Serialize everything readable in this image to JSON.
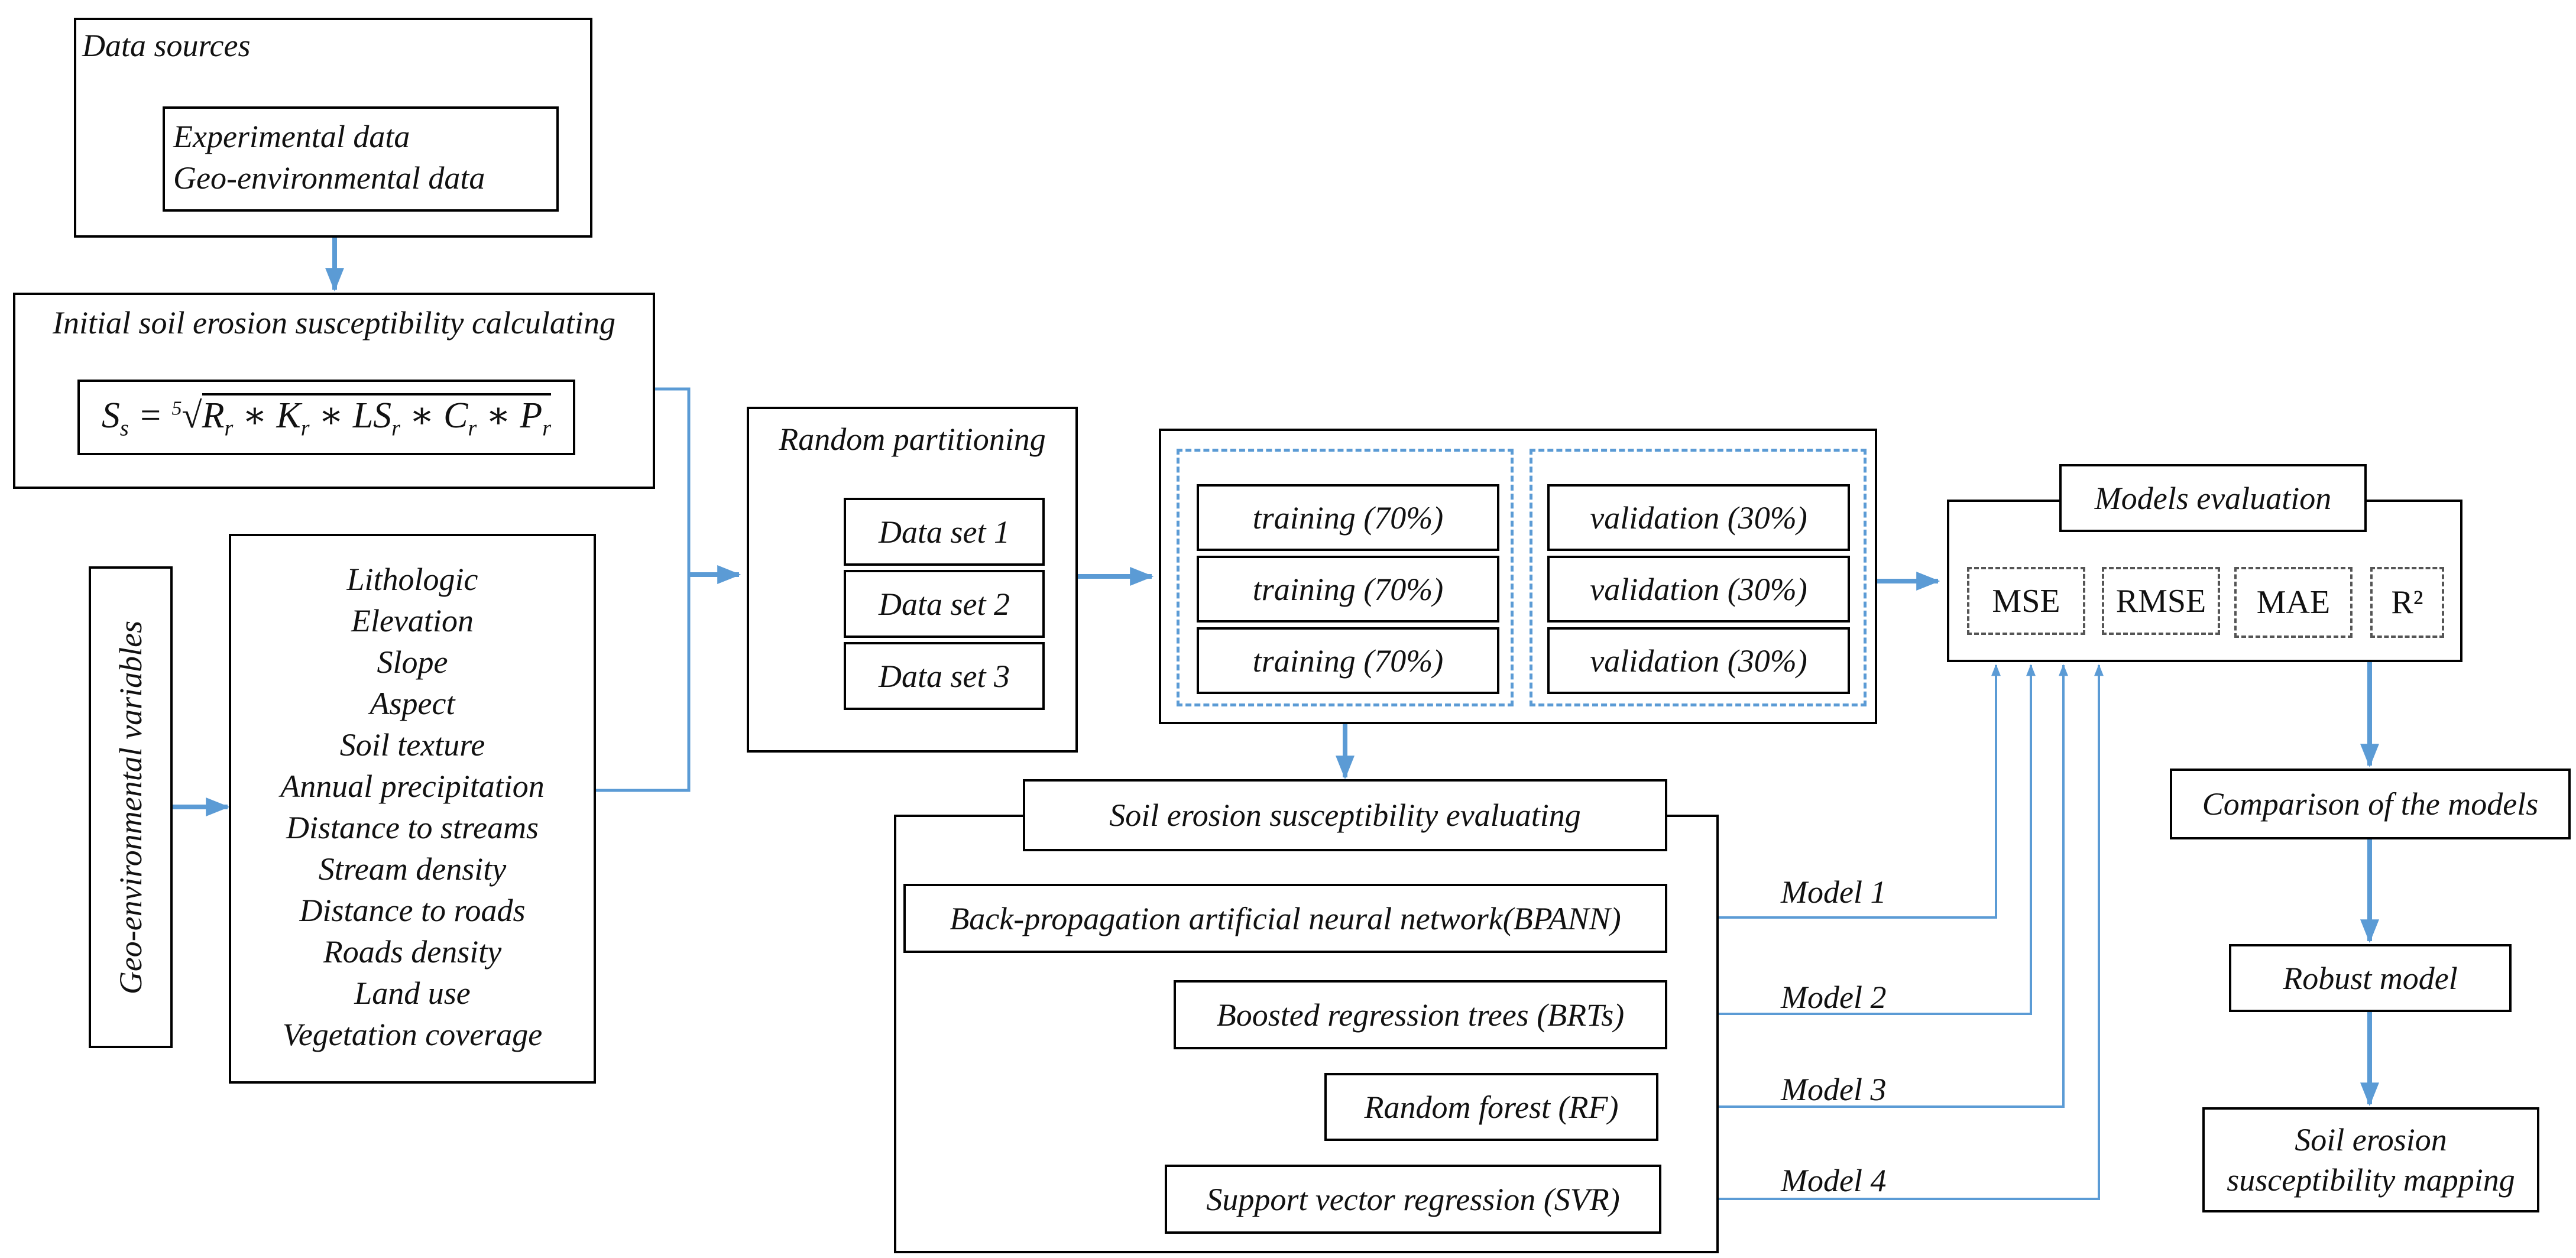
{
  "data_sources": {
    "title": "Data sources",
    "items": [
      "Experimental data",
      "Geo-environmental data"
    ]
  },
  "initial_calc": {
    "title": "Initial soil erosion susceptibility calculating",
    "formula": "S_s = ⁵√(R_r * K_r * LS_r * C_r * P_r)"
  },
  "geo_env": {
    "side_label": "Geo-environmental variables",
    "variables": [
      "Lithologic",
      "Elevation",
      "Slope",
      "Aspect",
      "Soil texture",
      "Annual precipitation",
      "Distance to streams",
      "Stream density",
      "Distance to roads",
      "Roads density",
      "Land use",
      "Vegetation coverage"
    ]
  },
  "random_partitioning": {
    "title": "Random partitioning",
    "sets": [
      "Data set 1",
      "Data set 2",
      "Data set 3"
    ]
  },
  "split": {
    "training": [
      "training (70%)",
      "training (70%)",
      "training (70%)"
    ],
    "validation": [
      "validation (30%)",
      "validation (30%)",
      "validation (30%)"
    ]
  },
  "evaluating": {
    "title": "Soil erosion susceptibility evaluating",
    "models": [
      {
        "name": "Back-propagation artificial neural network(BPANN)",
        "tag": "Model 1"
      },
      {
        "name": "Boosted regression trees (BRTs)",
        "tag": "Model 2"
      },
      {
        "name": "Random forest (RF)",
        "tag": "Model 3"
      },
      {
        "name": "Support vector regression (SVR)",
        "tag": "Model 4"
      }
    ]
  },
  "models_evaluation": {
    "title": "Models evaluation",
    "metrics": [
      "MSE",
      "RMSE",
      "MAE",
      "R²"
    ]
  },
  "flow": {
    "comparison": "Comparison of the models",
    "robust": "Robust  model",
    "mapping_line1": "Soil erosion",
    "mapping_line2": "susceptibility mapping"
  },
  "colors": {
    "arrow": "#5b9bd5",
    "box_border": "#000000",
    "dash_blue": "#5b9bd5"
  }
}
